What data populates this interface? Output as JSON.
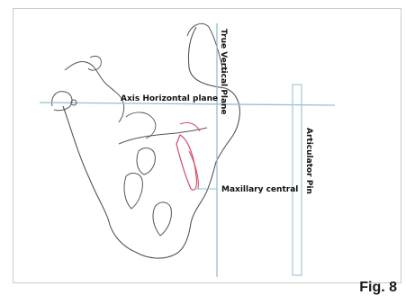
{
  "figure": {
    "labels": {
      "axis_horizontal": "Axis Horizontal plane",
      "true_vertical": "True Vertical Plane",
      "maxillary_central": "Maxillary central",
      "articulator_pin": "Articulator Pin"
    },
    "fig_number": "Fig. 8",
    "colors": {
      "outline": "#555555",
      "plane_line": "#8fc4cc",
      "pin": "#a9cdd2",
      "tooth_accent": "#d24b6a",
      "text": "#111111"
    }
  }
}
